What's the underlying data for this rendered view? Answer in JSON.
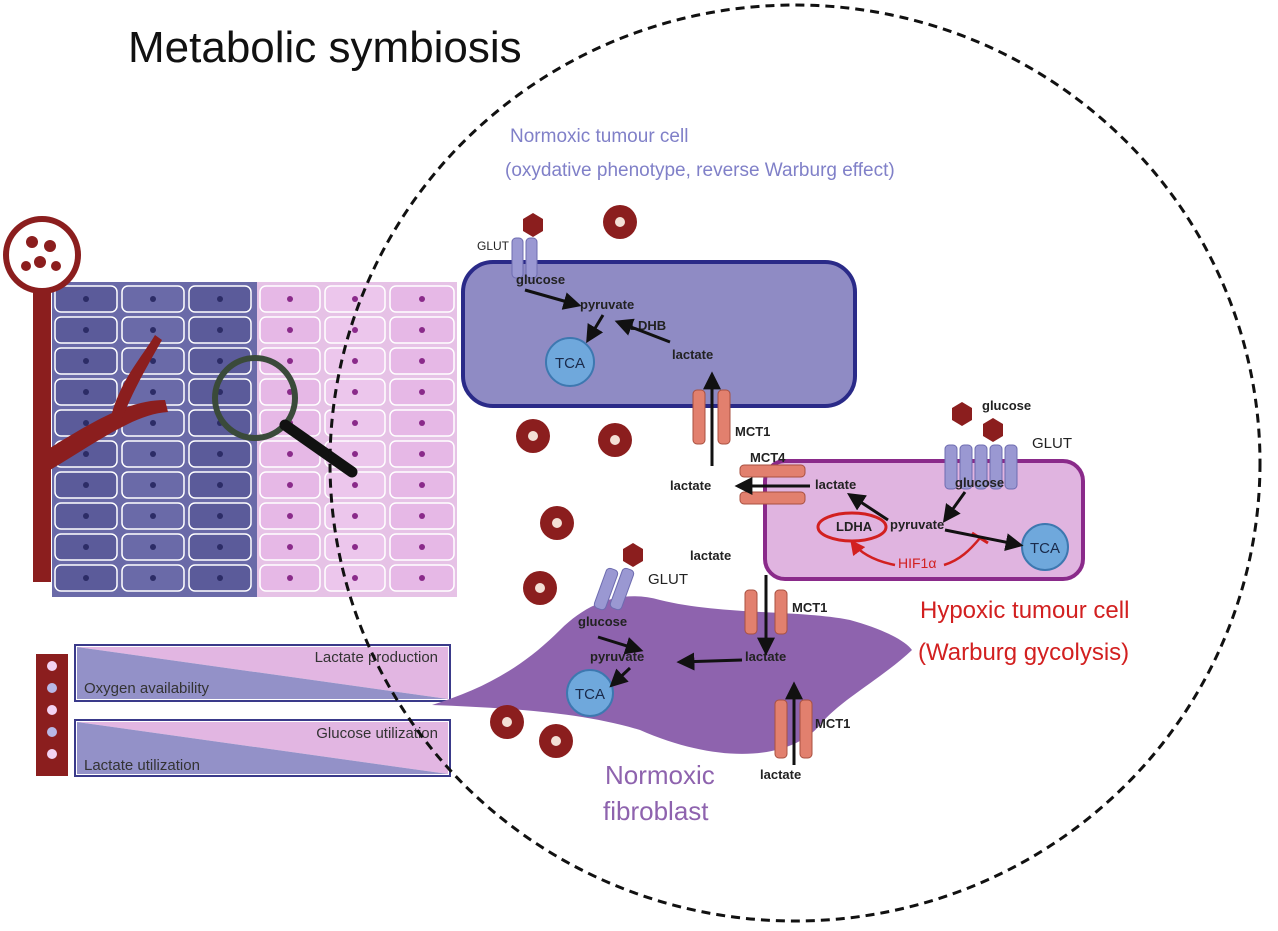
{
  "title": "Metabolic symbiosis",
  "normoxic_tumour_cell": {
    "title": "Normoxic tumour cell",
    "subtitle": "(oxydative phenotype, reverse Warburg effect)",
    "glut": "GLUT",
    "glucose": "glucose",
    "pyruvate": "pyruvate",
    "ldh": "LDHB",
    "lactate": "lactate",
    "tca": "TCA",
    "mct": "MCT1"
  },
  "hypoxic_tumour_cell": {
    "title": "Hypoxic tumour cell",
    "subtitle": "(Warburg gycolysis)",
    "glucose_outside": "glucose",
    "glut": "GLUT",
    "glucose": "glucose",
    "pyruvate": "pyruvate",
    "ldh": "LDHA",
    "lactate": "lactate",
    "lactate_out": "lactate",
    "tca": "TCA",
    "hif": "HIF1α",
    "mct": "MCT4"
  },
  "fibroblast": {
    "title_line1": "Normoxic",
    "title_line2": "fibroblast",
    "glut": "GLUT",
    "glucose": "glucose",
    "pyruvate": "pyruvate",
    "lactate": "lactate",
    "lactate_top": "lactate",
    "lactate_bottom": "lactate",
    "tca": "TCA",
    "mct_upper": "MCT1",
    "mct_lower": "MCT1"
  },
  "gradients": {
    "lactate_production": "Lactate production",
    "oxygen_availability": "Oxygen availability",
    "glucose_utilization": "Glucose utilization",
    "lactate_utilization": "Lactate utilization"
  },
  "colors": {
    "oxidative_cell": "#8f8bc4",
    "hypoxic_cell": "#e0b4e0",
    "fibroblast": "#8e63ae",
    "vessel": "#8b1e1e",
    "transporter": "#e2806e",
    "glut": "#9a98d2",
    "tca": "#6fa8dc",
    "hif_red": "#d22020"
  }
}
